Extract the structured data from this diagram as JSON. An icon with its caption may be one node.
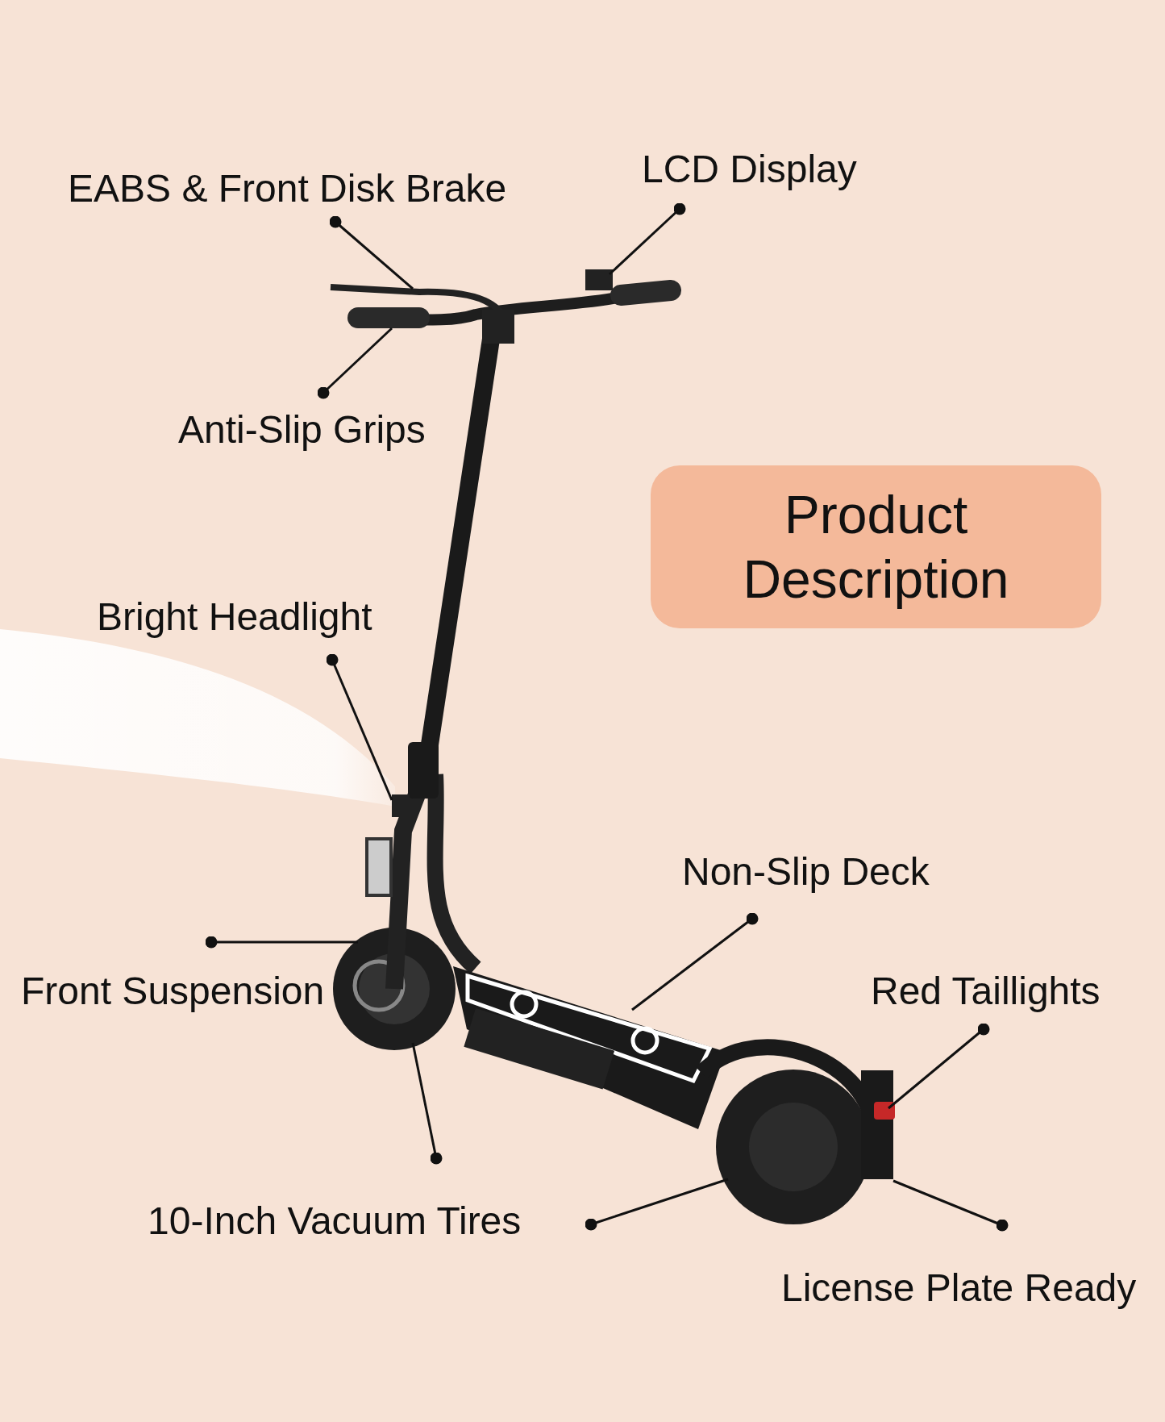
{
  "diagram": {
    "nodes": [
      {
        "text": [
          "EABS & Front Disk Brake"
        ]
      },
      {
        "text": [
          "LCD Display"
        ]
      },
      {
        "text": [
          "Anti-Slip Grips"
        ]
      },
      {
        "text": [
          "Product Description"
        ]
      },
      {
        "text": [
          "Bright Headlight"
        ]
      },
      {
        "text": [
          "Non-Slip Deck"
        ]
      },
      {
        "text": [
          "Front Suspension"
        ]
      },
      {
        "text": [
          "Red Taillights"
        ]
      },
      {
        "text": [
          "10-Inch Vacuum Tires"
        ]
      },
      {
        "text": [
          "License Plate Ready"
        ]
      }
    ],
    "edges": [
      {
        "from": 0,
        "to": null,
        "arrow": "other"
      },
      {
        "from": 1,
        "to": null,
        "arrow": "other"
      },
      {
        "from": 2,
        "to": null,
        "arrow": "other"
      },
      {
        "from": 4,
        "to": null,
        "arrow": "other"
      },
      {
        "from": 5,
        "to": null,
        "arrow": "other"
      },
      {
        "from": 6,
        "to": null,
        "arrow": "other"
      },
      {
        "from": 7,
        "to": null,
        "arrow": "other"
      },
      {
        "from": 8,
        "to": null,
        "arrow": "other"
      },
      {
        "from": 8,
        "to": null,
        "arrow": "other"
      },
      {
        "from": 9,
        "to": null,
        "arrow": "other"
      }
    ]
  }
}
